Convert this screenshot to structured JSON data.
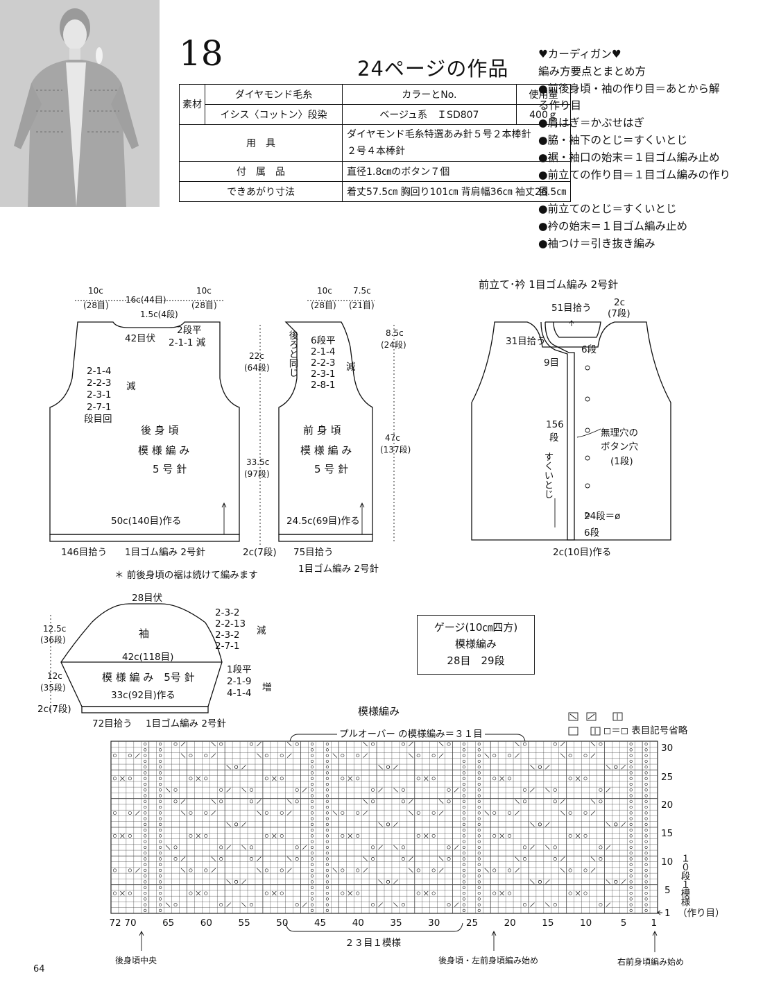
{
  "header": {
    "pattern_number": "18",
    "page_ref": "24ページの作品"
  },
  "materials": {
    "head_label": "素材",
    "yarn_brand_header": "ダイヤモンド毛糸",
    "color_header": "カラーとNo.",
    "amount_header": "使用量",
    "yarn_name": "イシス〈コットン〉段染",
    "color_value": "ベージュ系　ＩSD807",
    "amount_value": "400ｇ",
    "tools_label": "用　具",
    "tools_line1": "ダイヤモンド毛糸特選あみ針５号２本棒針",
    "tools_line2": "２号４本棒針",
    "accessories_label": "付　属　品",
    "accessories_value": "直径1.8㎝のボタン７個",
    "size_label": "できあがり寸法",
    "size_value": "着丈57.5㎝ 胸回り101㎝ 背肩幅36㎝ 袖丈26.5㎝"
  },
  "instructions": {
    "lines": [
      "♥カーディガン♥",
      "編み方要点とまとめ方",
      "●前後身頃・袖の作り目＝あとから解",
      "る作り目",
      "●肩はぎ＝かぶせはぎ",
      "●脇・袖下のとじ＝すくいとじ",
      "●裾・袖口の始末＝１目ゴム編み止め",
      "●前立ての作り目＝１目ゴム編みの作り",
      "目",
      "●前立てのとじ＝すくいとじ",
      "●衿の始末＝１目ゴム編み止め",
      "●袖つけ＝引き抜き編み"
    ]
  },
  "back": {
    "top_w1": "10c",
    "top_w1b": "(28目)",
    "top_w2": "16c(44目)",
    "top_w3": "10c",
    "top_w3b": "(28目)",
    "neck_depth": "1.5c(4段)",
    "bind_off": "42目伏",
    "neck_shape1": "2段平",
    "neck_shape2": "2-1-1 減",
    "armhole": [
      "2-1-4",
      "2-2-3",
      "2-3-1",
      "2-7-1"
    ],
    "armhole_dec": "減",
    "step_mark": "段目回",
    "title": "後 身 頃",
    "stitch": "模 様 編 み",
    "needle": "5 号 針",
    "cast_on": "50c(140目)作る",
    "pickup": "146目拾う",
    "ribbing": "1目ゴム編み 2号針",
    "h_arm": "22c",
    "h_arm_b": "(64段)",
    "h_body": "33.5c",
    "h_body_b": "(97段)",
    "h_rib": "2c(7段)",
    "note": "＊ 前後身頃の裾は続けて編みます"
  },
  "front": {
    "top_w1": "10c",
    "top_w1b": "(28目)",
    "top_w2": "7.5c",
    "top_w2b": "(21目)",
    "same_as_back": "後ろと同じ",
    "neck": [
      "6段平",
      "2-1-4",
      "2-2-3",
      "2-3-1",
      "2-8-1"
    ],
    "neck_dec": "減",
    "h_neck": "8.5c",
    "h_neck_b": "(24段)",
    "h_total": "47c",
    "h_total_b": "(137段)",
    "title": "前 身 頃",
    "stitch": "模 様 編 み",
    "needle": "5 号 針",
    "cast_on": "24.5c(69目)作る",
    "pickup": "75目拾う",
    "ribbing": "1目ゴム編み 2号針"
  },
  "band": {
    "title": "前立て･衿 1目ゴム編み 2号針",
    "collar_pickup": "51目拾う",
    "collar_h": "2c",
    "collar_h_b": "(7段)",
    "side_pickup": "31目拾う",
    "rows6_top": "6段",
    "rows9": "9目",
    "band_rows": "156",
    "band_rows_unit": "段",
    "seam": "すくいとじ",
    "buttonhole": "無理穴の",
    "buttonhole2": "ボタン穴",
    "buttonhole3": "(1段)",
    "spacing": "24段＝ø",
    "rows6_bottom": "6段",
    "cast_on": "2c(10目)作る"
  },
  "sleeve": {
    "bind_off": "28目伏",
    "cap": [
      "2-3-2",
      "2-2-13",
      "2-3-2",
      "2-7-1"
    ],
    "cap_dec": "減",
    "h_cap": "12.5c",
    "h_cap_b": "(36段)",
    "title": "袖",
    "width": "42c(118目)",
    "stitch": "模 様 編 み　5号 針",
    "h_body": "12c",
    "h_body_b": "(35段)",
    "inc": [
      "1段平",
      "2-1-9",
      "4-1-4"
    ],
    "inc_label": "増",
    "cast_on": "33c(92目)作る",
    "h_rib": "2c(7段)",
    "pickup": "72目拾う",
    "ribbing": "1目ゴム編み 2号針"
  },
  "gauge": {
    "title": "ゲージ(10㎝四方)",
    "stitch": "模様編み",
    "value": "28目　29段"
  },
  "chart": {
    "title": "模様編み",
    "legend1": "◹・◸＝◻",
    "legend2": "◻＝◻ 表目記号省略",
    "repeat_label": "プルオーバー の模様編み＝３１目",
    "row_labels": [
      "30",
      "25",
      "20",
      "15",
      "10",
      "5",
      "1"
    ],
    "row_repeat": "１０段１模様",
    "row_start": "（作り目）",
    "col_labels": [
      "72",
      "70",
      "65",
      "60",
      "55",
      "50",
      "45",
      "40",
      "35",
      "30",
      "25",
      "20",
      "15",
      "10",
      "5",
      "1"
    ],
    "repeat_bottom": "２３目１模様",
    "back_center": "後身頃中央",
    "back_start": "後身頃・左前身頃編み始め",
    "front_start": "右前身頃編み始め"
  },
  "footer": {
    "page_number": "64"
  }
}
